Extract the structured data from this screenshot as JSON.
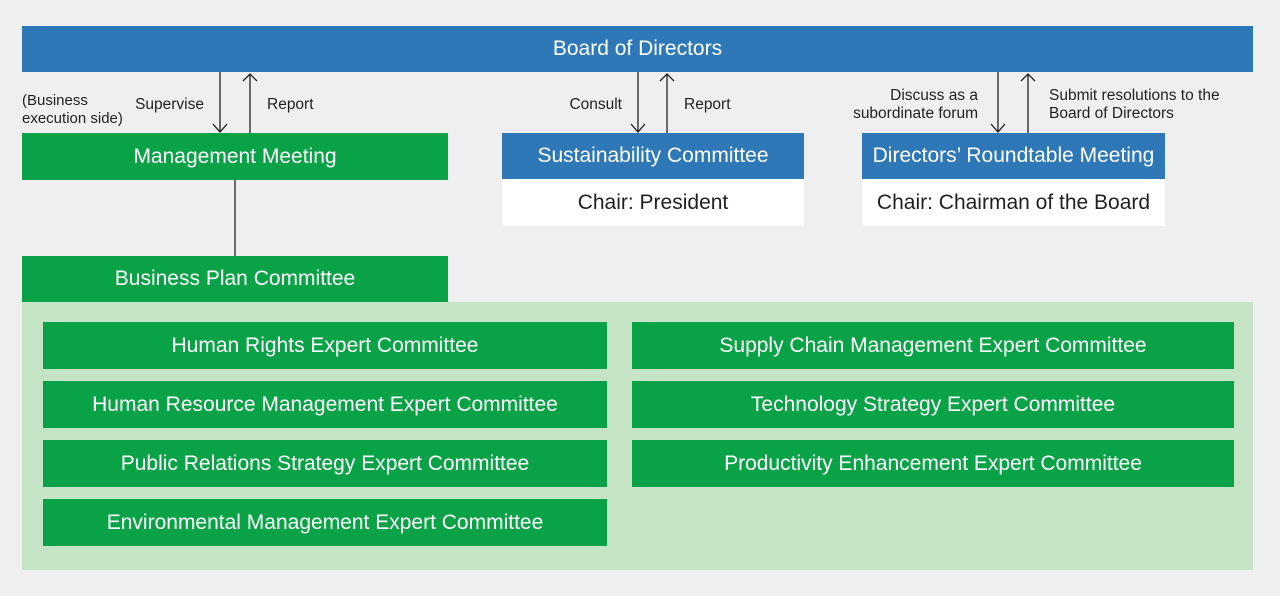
{
  "board": "Board of Directors",
  "management": {
    "side_note": "(Business\nexecution side)",
    "down_label": "Supervise",
    "up_label": "Report",
    "title": "Management Meeting"
  },
  "sustainability": {
    "down_label": "Consult",
    "up_label": "Report",
    "title": "Sustainability Committee",
    "chair": "Chair: President"
  },
  "roundtable": {
    "down_label": "Discuss as a\nsubordinate forum",
    "up_label": "Submit resolutions to the\nBoard of Directors",
    "title": "Directors’ Roundtable Meeting",
    "chair": "Chair: Chairman of the Board"
  },
  "business_plan": "Business Plan Committee",
  "expert_committees": {
    "left": [
      "Human Rights Expert Committee",
      "Human Resource Management Expert Committee",
      "Public Relations Strategy Expert Committee",
      "Environmental Management Expert Committee"
    ],
    "right": [
      "Supply Chain Management Expert Committee",
      "Technology Strategy Expert Committee",
      "Productivity Enhancement Expert Committee"
    ]
  },
  "colors": {
    "blue": "#2e78b7",
    "green": "#0aa247",
    "light_green": "#c5e3c5",
    "background": "#efefef"
  }
}
